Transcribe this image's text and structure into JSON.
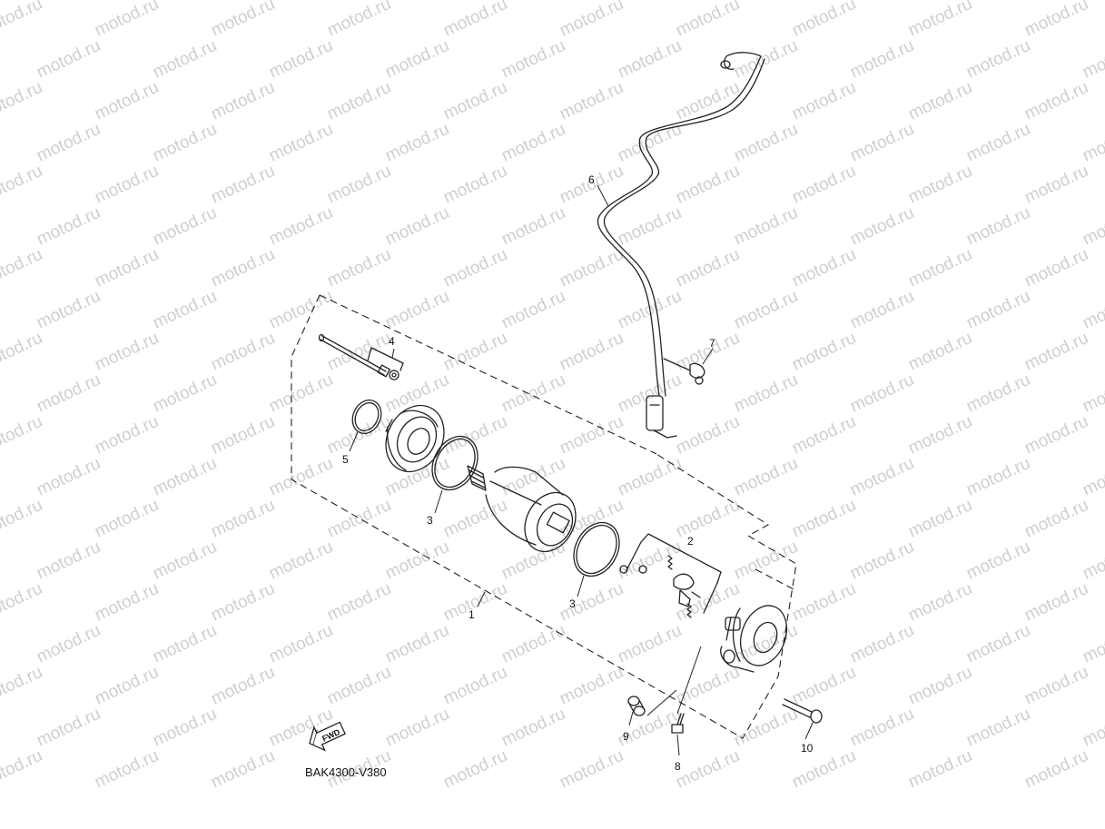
{
  "diagram": {
    "code": "BAK4300-V380",
    "fwd_badge": "FWD",
    "part_labels": [
      "1",
      "2",
      "3",
      "3",
      "4",
      "5",
      "6",
      "7",
      "8",
      "9",
      "10"
    ],
    "watermark": "motod.ru",
    "line_color": "#222222",
    "watermark_color": "#cfcfcf"
  }
}
